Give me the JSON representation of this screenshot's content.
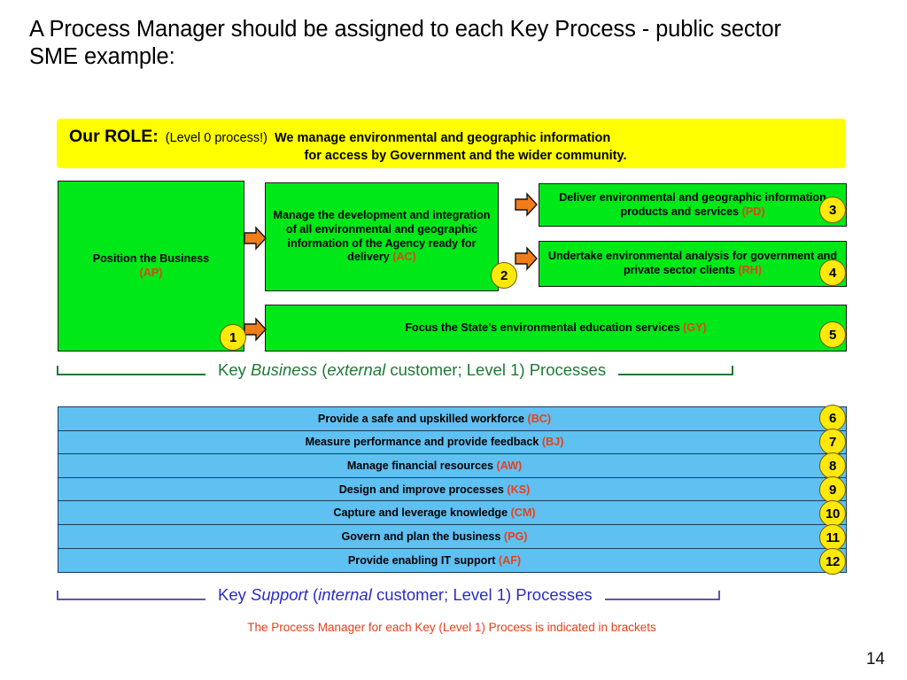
{
  "slide": {
    "title": "A Process Manager should be assigned to each Key Process - public sector SME example:",
    "page_number": "14"
  },
  "role_banner": {
    "label": "Our ROLE:",
    "paren": "(Level 0 process!)",
    "line1": "We manage environmental and geographic information",
    "line2": "for access by Government and the wider community.",
    "background": "#ffff00"
  },
  "business_processes": {
    "color": "#00e818",
    "boxes": [
      {
        "id": "position",
        "text": "Position the Business",
        "code": "(AP)",
        "badge": "1"
      },
      {
        "id": "manage",
        "text": "Manage the development and integration of all environmental and geographic information of the Agency ready for delivery ",
        "code": "(AC)",
        "badge": "2"
      },
      {
        "id": "deliver",
        "text": "Deliver environmental and geographic information products and services ",
        "code": "(PD)",
        "badge": "3"
      },
      {
        "id": "undertake",
        "text": "Undertake environmental analysis for government and private sector clients ",
        "code": "(RH)",
        "badge": "4"
      },
      {
        "id": "focus",
        "text": "Focus the State’s environmental education services ",
        "code": "(GY)",
        "badge": "5"
      }
    ]
  },
  "caption_business": {
    "pre": "Key ",
    "em1": "Business",
    "mid": " (",
    "em2": "external",
    "post": " customer; Level 1) Processes",
    "color": "#1d7a33"
  },
  "support_processes": {
    "color": "#5fc0f2",
    "rows": [
      {
        "text": "Provide a safe and upskilled workforce ",
        "code": "(BC)",
        "badge": "6"
      },
      {
        "text": "Measure performance and provide feedback ",
        "code": "(BJ)",
        "badge": "7"
      },
      {
        "text": "Manage financial resources ",
        "code": "(AW)",
        "badge": "8"
      },
      {
        "text": "Design and improve processes ",
        "code": "(KS)",
        "badge": "9"
      },
      {
        "text": "Capture and leverage knowledge ",
        "code": "(CM)",
        "badge": "10"
      },
      {
        "text": "Govern and plan the business ",
        "code": "(PG)",
        "badge": "11"
      },
      {
        "text": "Provide enabling IT support ",
        "code": "(AF)",
        "badge": "12"
      }
    ]
  },
  "caption_support": {
    "pre": "Key ",
    "em1": "Support",
    "mid": " (",
    "em2": "internal",
    "post": " customer; Level 1) Processes",
    "color": "#2b2bc8"
  },
  "footnote": {
    "text": "The Process Manager for each Key (Level 1) Process is indicated in brackets",
    "color": "#e8401a"
  },
  "arrows": {
    "color": "#f07d1a",
    "count": 4
  }
}
